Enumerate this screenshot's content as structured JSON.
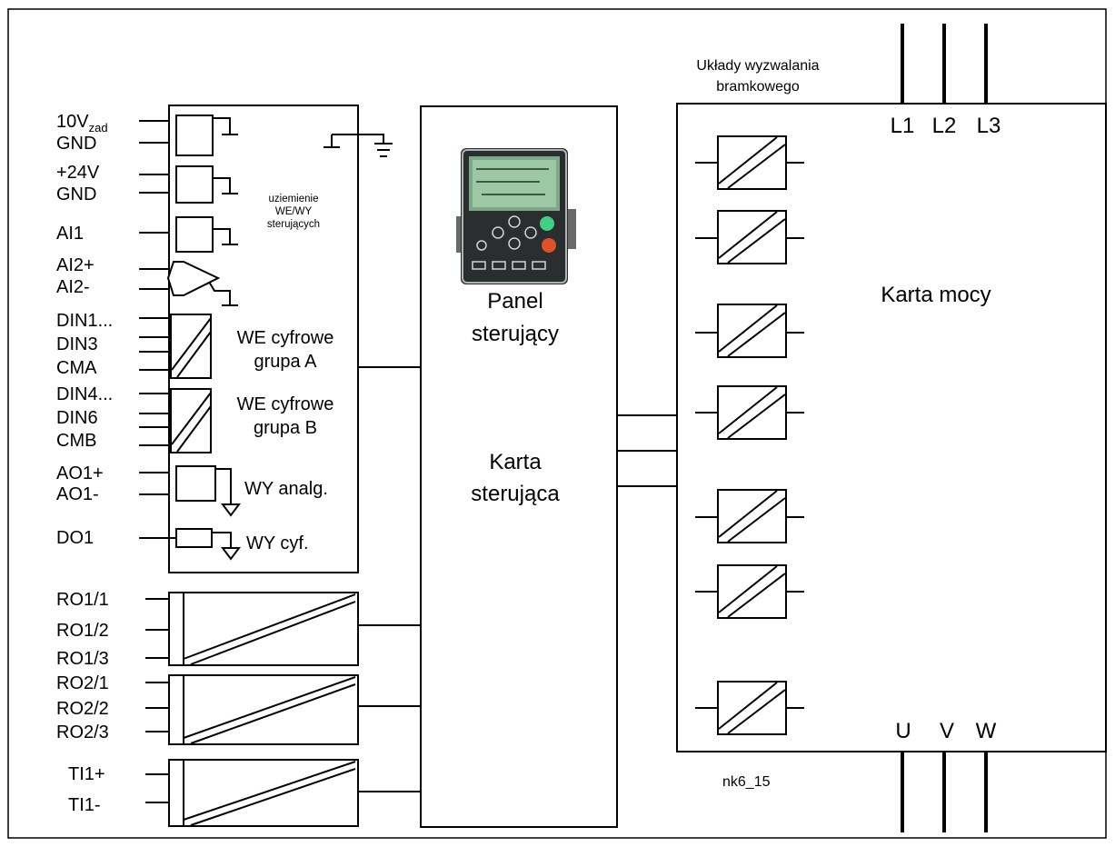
{
  "input_labels": {
    "v10_main": "10V",
    "v10_sub": "zad",
    "gnd1": "GND",
    "v24": "+24V",
    "gnd2": "GND",
    "ai1": "AI1",
    "ai2p": "AI2+",
    "ai2m": "AI2-",
    "din1": "DIN1...",
    "din3": "DIN3",
    "cma": "CMA",
    "din4": "DIN4...",
    "din6": "DIN6",
    "cmb": "CMB",
    "ao1p": "AO1+",
    "ao1m": "AO1-",
    "do1": "DO1",
    "ro11": "RO1/1",
    "ro12": "RO1/2",
    "ro13": "RO1/3",
    "ro21": "RO2/1",
    "ro22": "RO2/2",
    "ro23": "RO2/3",
    "ti1p": "TI1+",
    "ti1m": "TI1-"
  },
  "io_block": {
    "ground_line1": "uziemienie",
    "ground_line2": "WE/WY",
    "ground_line3": "sterujących",
    "digital_a_line1": "WE cyfrowe",
    "digital_a_line2": "grupa A",
    "digital_b_line1": "WE cyfrowe",
    "digital_b_line2": "grupa B",
    "analog_out": "WY analg.",
    "digital_out": "WY cyf."
  },
  "control_card": {
    "panel_line1": "Panel",
    "panel_line2": "sterujący",
    "card_line1": "Karta",
    "card_line2": "sterująca"
  },
  "power_card": {
    "gate_line1": "Układy wyzwalania",
    "gate_line2": "bramkowego",
    "title": "Karta mocy",
    "in_l1": "L1",
    "in_l2": "L2",
    "in_l3": "L3",
    "out_u": "U",
    "out_v": "V",
    "out_w": "W"
  },
  "figure_id": "nk6_15"
}
